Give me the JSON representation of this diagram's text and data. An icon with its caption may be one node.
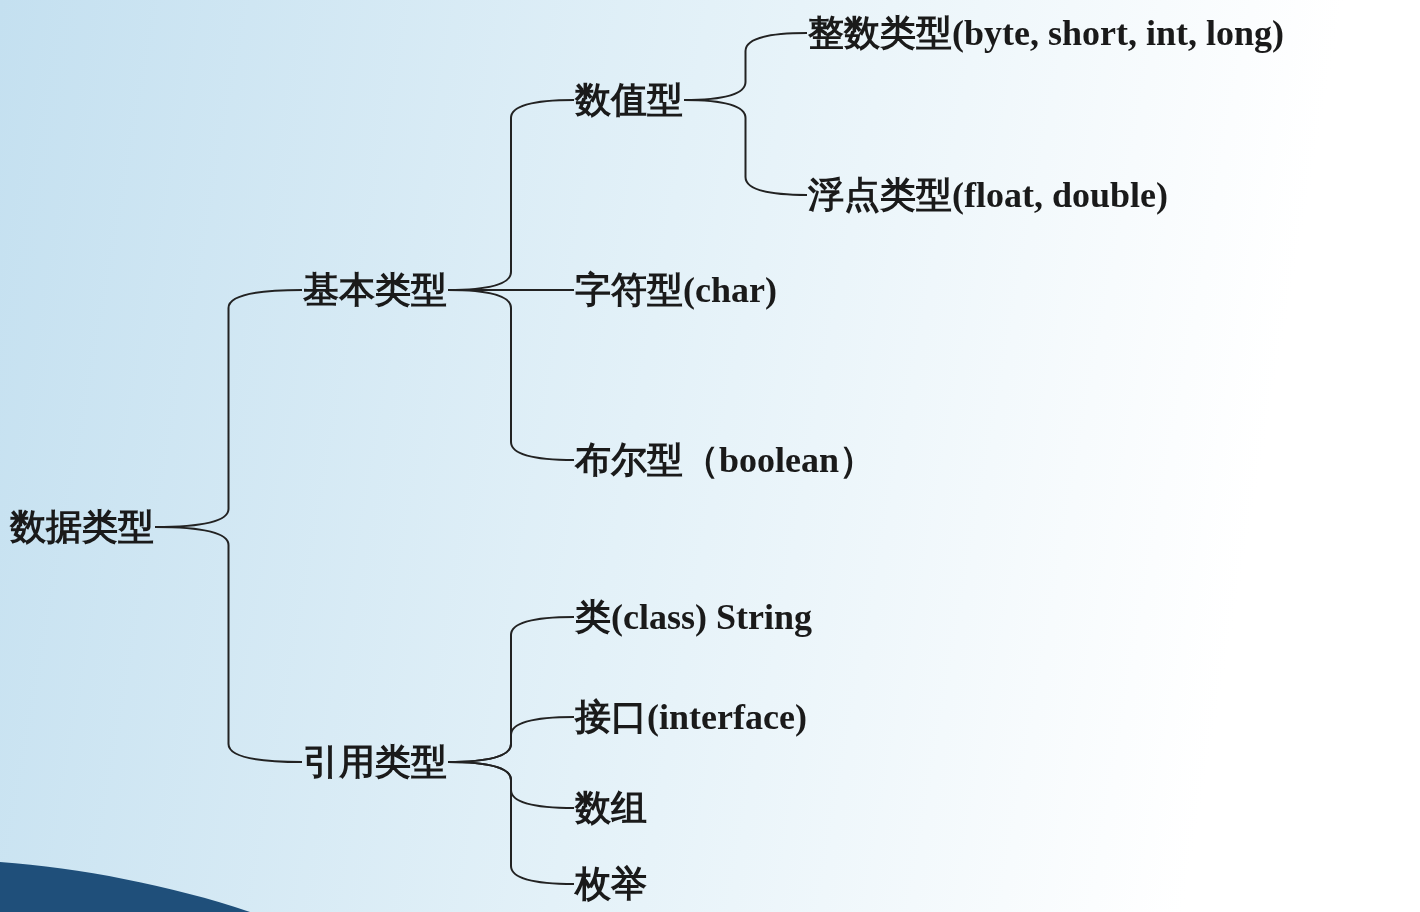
{
  "diagram": {
    "nodes": [
      {
        "text": [
          "数据类型"
        ]
      },
      {
        "text": [
          "基本类型"
        ]
      },
      {
        "text": [
          "引用类型"
        ]
      },
      {
        "text": [
          "数值型"
        ]
      },
      {
        "text": [
          "字符型(char)"
        ]
      },
      {
        "text": [
          "布尔型（boolean）"
        ]
      },
      {
        "text": [
          "整数类型(byte, short, int, long)"
        ]
      },
      {
        "text": [
          "浮点类型(float, double)"
        ]
      },
      {
        "text": [
          "类(class)  String"
        ]
      },
      {
        "text": [
          "接口(interface)"
        ]
      },
      {
        "text": [
          "数组"
        ]
      },
      {
        "text": [
          "枚举"
        ]
      }
    ],
    "edges": [
      {
        "from": 0,
        "to": 1,
        "arrow": "none"
      },
      {
        "from": 0,
        "to": 2,
        "arrow": "none"
      },
      {
        "from": 1,
        "to": 3,
        "arrow": "none"
      },
      {
        "from": 1,
        "to": 4,
        "arrow": "none"
      },
      {
        "from": 1,
        "to": 5,
        "arrow": "none"
      },
      {
        "from": 3,
        "to": 6,
        "arrow": "none"
      },
      {
        "from": 3,
        "to": 7,
        "arrow": "none"
      },
      {
        "from": 2,
        "to": 8,
        "arrow": "none"
      },
      {
        "from": 2,
        "to": 9,
        "arrow": "none"
      },
      {
        "from": 2,
        "to": 10,
        "arrow": "none"
      },
      {
        "from": 2,
        "to": 11,
        "arrow": "none"
      }
    ]
  }
}
